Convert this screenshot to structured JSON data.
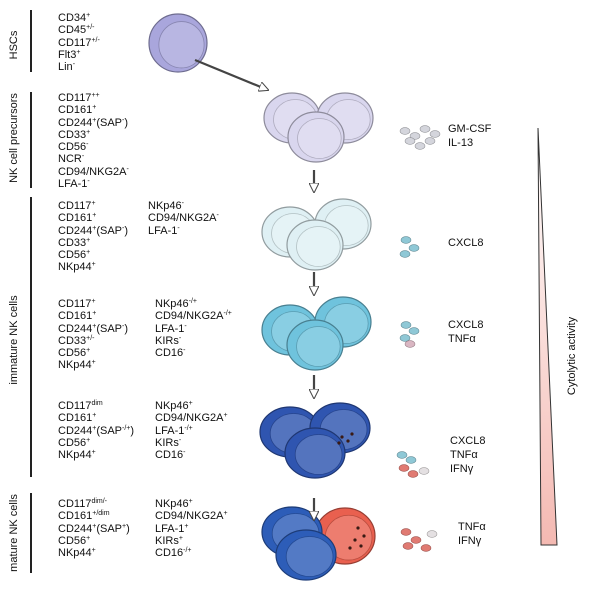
{
  "stages": [
    {
      "label": "HSCs"
    },
    {
      "label": "NK cell precursors"
    },
    {
      "label": "immature NK cells"
    },
    {
      "label": "mature NK cells"
    }
  ],
  "marker_groups": [
    {
      "rows": [
        [
          "CD34",
          "+"
        ],
        [
          "CD45",
          "+/-"
        ],
        [
          "CD117",
          "+/-"
        ],
        [
          "Flt3",
          "+"
        ],
        [
          "Lin",
          "-"
        ]
      ]
    },
    {
      "rows": [
        [
          "CD117",
          "++"
        ],
        [
          "CD161",
          "+"
        ],
        [
          "CD244",
          "+",
          "(SAP",
          "-",
          ")"
        ],
        [
          "CD33",
          "+"
        ],
        [
          "CD56",
          "-"
        ],
        [
          "NCR",
          "-"
        ],
        [
          "CD94/NKG2A",
          "-"
        ],
        [
          "LFA-1",
          "-"
        ]
      ]
    },
    {
      "rows": [
        [
          "CD117",
          "+"
        ],
        [
          "CD161",
          "+"
        ],
        [
          "CD244",
          "+",
          "(SAP",
          "-",
          ")"
        ],
        [
          "CD33",
          "+"
        ],
        [
          "CD56",
          "+"
        ],
        [
          "NKp44",
          "+"
        ]
      ]
    },
    {
      "rows": [
        [
          "NKp46",
          "-"
        ],
        [
          "CD94/NKG2A",
          "-"
        ],
        [
          "LFA-1",
          "-"
        ]
      ]
    },
    {
      "rows": [
        [
          "CD117",
          "+"
        ],
        [
          "CD161",
          "+"
        ],
        [
          "CD244",
          "+",
          "(SAP",
          "-",
          ")"
        ],
        [
          "CD33",
          "+/-"
        ],
        [
          "CD56",
          "+"
        ],
        [
          "NKp44",
          "+"
        ]
      ]
    },
    {
      "rows": [
        [
          "NKp46",
          "-/+"
        ],
        [
          "CD94/NKG2A",
          "-/+"
        ],
        [
          "LFA-1",
          "-"
        ],
        [
          "KIRs",
          "-"
        ],
        [
          "CD16",
          "-"
        ]
      ]
    },
    {
      "rows": [
        [
          "CD117",
          "dim"
        ],
        [
          "CD161",
          "+"
        ],
        [
          "CD244",
          "+",
          "(SAP",
          "-/+",
          ")"
        ],
        [
          "CD56",
          "+"
        ],
        [
          "NKp44",
          "+"
        ]
      ]
    },
    {
      "rows": [
        [
          "NKp46",
          "+"
        ],
        [
          "CD94/NKG2A",
          "+"
        ],
        [
          "LFA-1",
          "-/+"
        ],
        [
          "KIRs",
          "-"
        ],
        [
          "CD16",
          "-"
        ]
      ]
    },
    {
      "rows": [
        [
          "CD117",
          "dim/-"
        ],
        [
          "CD161",
          "+/dim"
        ],
        [
          "CD244",
          "+",
          "(SAP",
          "+",
          ")"
        ],
        [
          "CD56",
          "+"
        ],
        [
          "NKp44",
          "+"
        ]
      ]
    },
    {
      "rows": [
        [
          "NKp46",
          "+"
        ],
        [
          "CD94/NKG2A",
          "+"
        ],
        [
          "LFA-1",
          "+"
        ],
        [
          "KIRs",
          "+"
        ],
        [
          "CD16",
          "-/+"
        ]
      ]
    }
  ],
  "cytokines": [
    {
      "lines": [
        "GM-CSF",
        "IL-13"
      ]
    },
    {
      "lines": [
        "CXCL8"
      ]
    },
    {
      "lines": [
        "CXCL8",
        "TNFα"
      ]
    },
    {
      "lines": [
        "CXCL8",
        "TNFα",
        "IFNγ"
      ]
    },
    {
      "lines": [
        "TNFα",
        "IFNγ"
      ]
    }
  ],
  "activity_label": "Cytolytic activity",
  "colors": {
    "hsc": "#a9a6dc",
    "precursor": "#d9d6ee",
    "immature1": "#dff0f4",
    "immature2": "#6fc3dd",
    "immature3": "#2f55b0",
    "mature": "#2d5db8",
    "mature_active": "#e9604f",
    "wedge": "#f6c9c4"
  }
}
